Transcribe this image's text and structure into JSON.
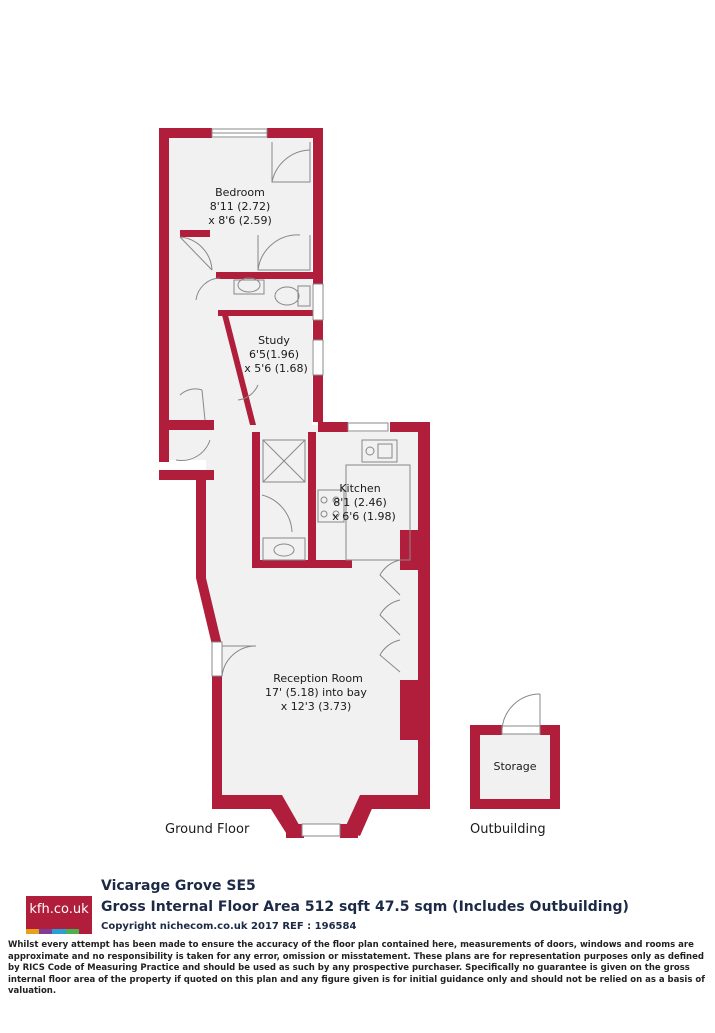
{
  "colors": {
    "wall": "#b01e3c",
    "floor": "#f1f1f1",
    "fixture": "#888888",
    "text": "#1c2a45"
  },
  "rooms": {
    "bedroom": {
      "name": "Bedroom",
      "dim1": "8'11 (2.72)",
      "dim2": "x 8'6 (2.59)"
    },
    "study": {
      "name": "Study",
      "dim1": "6'5(1.96)",
      "dim2": "x 5'6 (1.68)"
    },
    "kitchen": {
      "name": "Kitchen",
      "dim1": "8'1 (2.46)",
      "dim2": "x 6'6 (1.98)"
    },
    "reception": {
      "name": "Reception Room",
      "dim1": "17' (5.18) into bay",
      "dim2": "x 12'3 (3.73)"
    },
    "storage": {
      "name": "Storage"
    }
  },
  "floors": {
    "ground": "Ground Floor",
    "outbuilding": "Outbuilding"
  },
  "footer": {
    "logo": "kfh.co.uk",
    "logo_stripes": [
      "#e8a21a",
      "#7b3f98",
      "#2a9fd6",
      "#4caf50",
      "#b01e3c"
    ],
    "address": "Vicarage Grove  SE5",
    "area": "Gross Internal Floor Area 512 sqft 47.5 sqm (Includes Outbuilding)",
    "copyright": "Copyright nichecom.co.uk 2017 REF : 196584",
    "disclaimer": "Whilst every attempt has been made to ensure the accuracy of the floor plan contained here, measurements of doors, windows and rooms are approximate and no responsibility is taken for any error, omission or misstatement.  These plans are for representation purposes only as defined by RICS Code of Measuring Practice and should be used as such by any prospective purchaser.  Specifically no guarantee is given on the gross internal floor area of the property if quoted on this plan and any figure given is for initial guidance only and should not be relied on as a basis of valuation."
  }
}
